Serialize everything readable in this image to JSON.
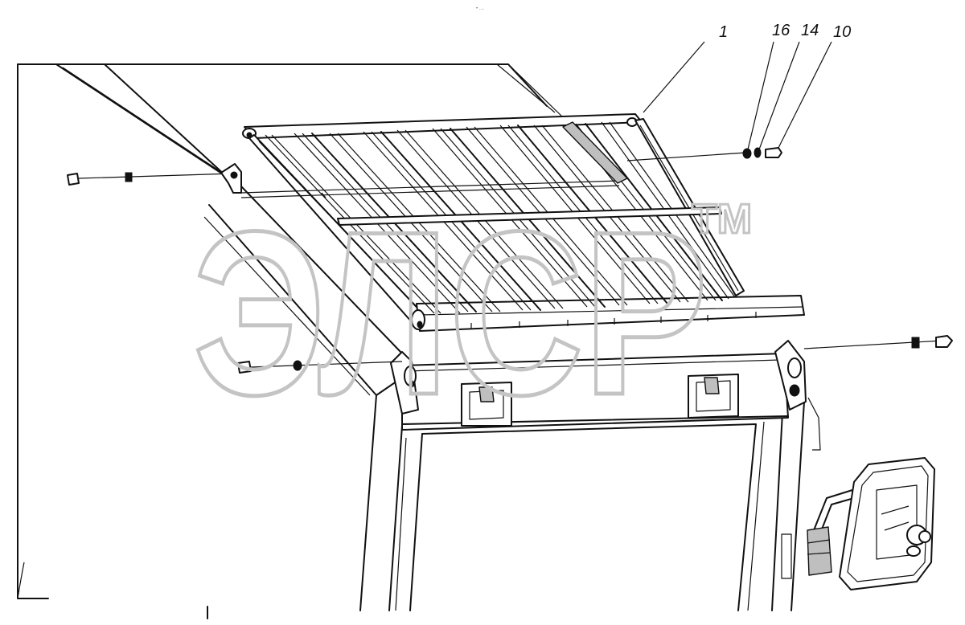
{
  "header_mark": "• ....",
  "callouts": [
    {
      "id": "callout-1",
      "label": "1"
    },
    {
      "id": "callout-16",
      "label": "16"
    },
    {
      "id": "callout-14",
      "label": "14"
    },
    {
      "id": "callout-10",
      "label": "10"
    }
  ],
  "watermark": {
    "text": "ЭЛСР",
    "mark": "TM"
  },
  "colors": {
    "line": "#111111",
    "watermark": "#c4c4c4",
    "background": "#ffffff",
    "shade": "#bfbfbf"
  }
}
